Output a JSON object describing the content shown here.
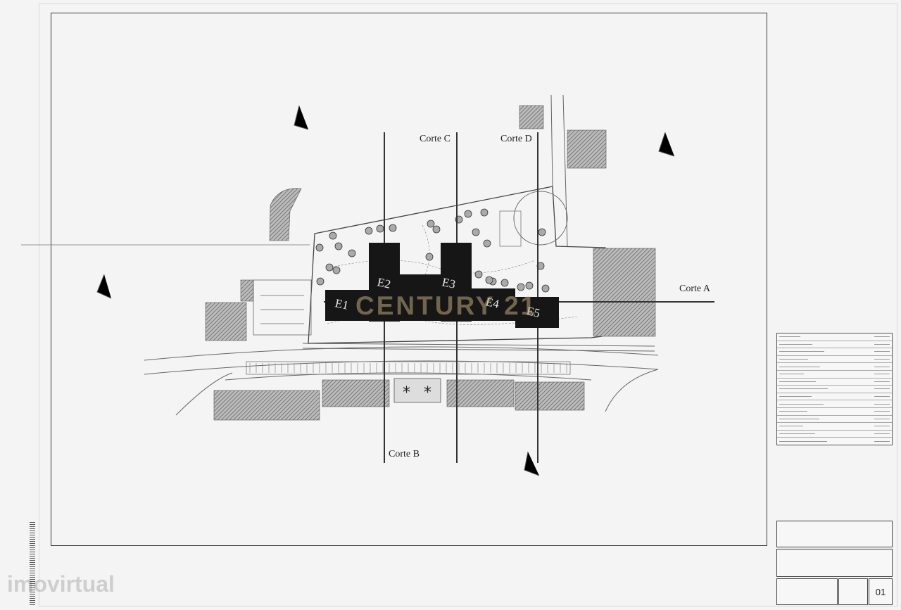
{
  "cuts": {
    "a": "Corte A",
    "b": "Corte B",
    "c": "Corte C",
    "d": "Corte D"
  },
  "buildings": [
    "E1",
    "E2",
    "E3",
    "E4",
    "E5"
  ],
  "watermark": "CENTURY 21",
  "footer_logo": "imovirtual",
  "title_block": {
    "sheet_number": "01"
  }
}
